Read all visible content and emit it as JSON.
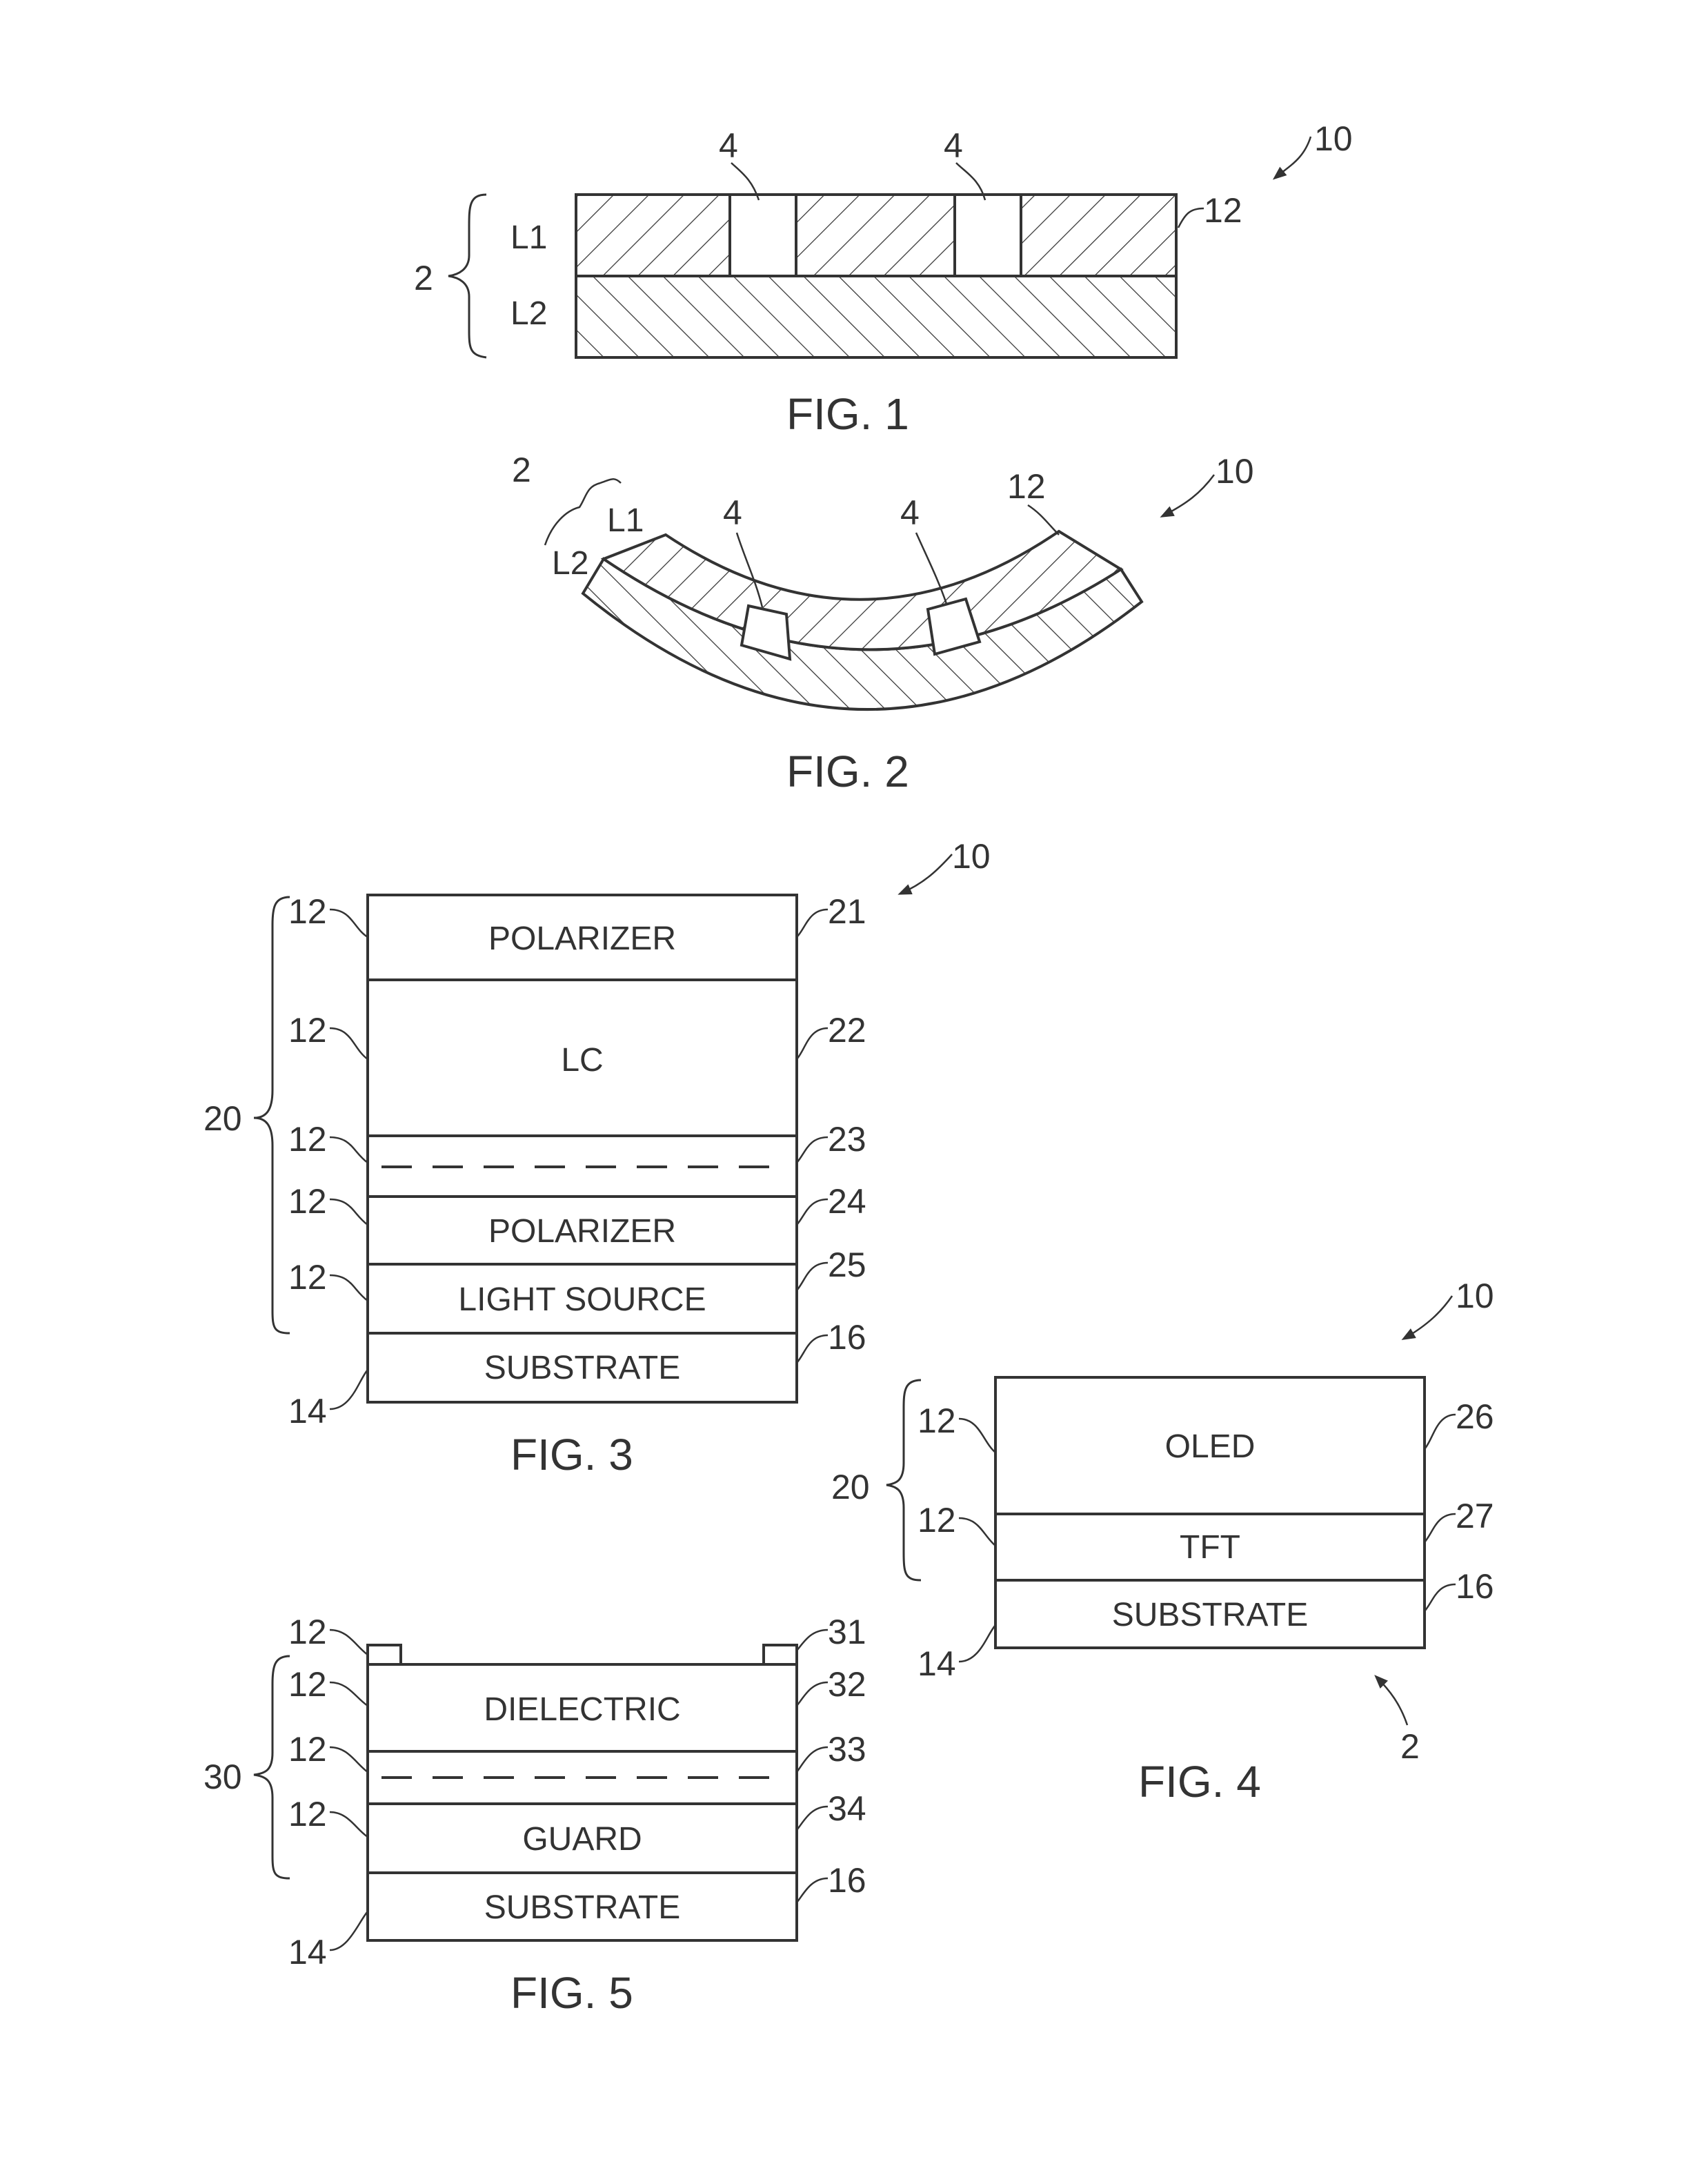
{
  "fig1": {
    "caption": "FIG. 1",
    "ref_10": "10",
    "ref_12": "12",
    "ref_2": "2",
    "ref_4a": "4",
    "ref_4b": "4",
    "layer_l1": "L1",
    "layer_l2": "L2"
  },
  "fig2": {
    "caption": "FIG. 2",
    "ref_10": "10",
    "ref_12": "12",
    "ref_2": "2",
    "ref_4a": "4",
    "ref_4b": "4",
    "layer_l1": "L1",
    "layer_l2": "L2"
  },
  "fig3": {
    "caption": "FIG. 3",
    "ref_10": "10",
    "ref_20": "20",
    "ref_14": "14",
    "left_refs": [
      "12",
      "12",
      "12",
      "12",
      "12"
    ],
    "right_refs": [
      "21",
      "22",
      "23",
      "24",
      "25",
      "16"
    ],
    "layers": [
      "POLARIZER",
      "LC",
      "",
      "POLARIZER",
      "LIGHT SOURCE",
      "SUBSTRATE"
    ]
  },
  "fig4": {
    "caption": "FIG. 4",
    "ref_10": "10",
    "ref_20": "20",
    "ref_14": "14",
    "ref_2": "2",
    "left_refs": [
      "12",
      "12"
    ],
    "right_refs": [
      "26",
      "27",
      "16"
    ],
    "layers": [
      "OLED",
      "TFT",
      "SUBSTRATE"
    ]
  },
  "fig5": {
    "caption": "FIG. 5",
    "ref_30": "30",
    "ref_14": "14",
    "left_refs": [
      "12",
      "12",
      "12",
      "12"
    ],
    "right_refs": [
      "31",
      "32",
      "33",
      "34",
      "16"
    ],
    "layers": [
      "DIELECTRIC",
      "",
      "GUARD",
      "SUBSTRATE"
    ]
  }
}
